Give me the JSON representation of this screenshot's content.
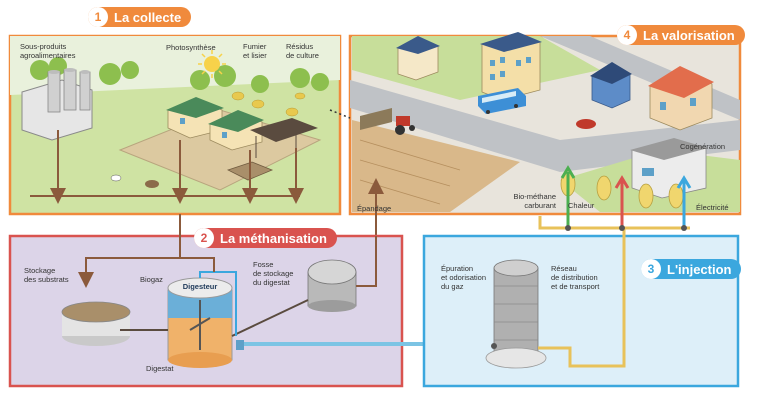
{
  "colors": {
    "collecte": "#F08A3C",
    "methanisation": "#D9534F",
    "injection": "#3BA7DE",
    "valorisation": "#F08A3C",
    "flow_arrow": "#8B5A3C",
    "gas_pipe": "#E8C25A",
    "water": "#7CC4E4"
  },
  "sections": {
    "collecte": {
      "number": "1",
      "title": "La collecte"
    },
    "methanisation": {
      "number": "2",
      "title": "La méthanisation"
    },
    "injection": {
      "number": "3",
      "title": "L'injection"
    },
    "valorisation": {
      "number": "4",
      "title": "La valorisation"
    }
  },
  "labels": {
    "sous_produits": "Sous-produits\nagroalimentaires",
    "photosynthese": "Photosynthèse",
    "fumier": "Fumier\net lisier",
    "residus": "Résidus\nde culture",
    "stockage_substrats": "Stockage\ndes substrats",
    "biogaz": "Biogaz",
    "digesteur": "Digesteur",
    "fosse": "Fosse\nde stockage\ndu digestat",
    "digestat": "Digestat",
    "epuration": "Épuration\net odorisation\ndu gaz",
    "reseau": "Réseau\nde distribution\net de transport",
    "epandage": "Épandage",
    "biomethane": "Bio-méthane\ncarburant",
    "chaleur": "Chaleur",
    "electricite": "Électricité",
    "cogeneration": "Cogénération"
  }
}
